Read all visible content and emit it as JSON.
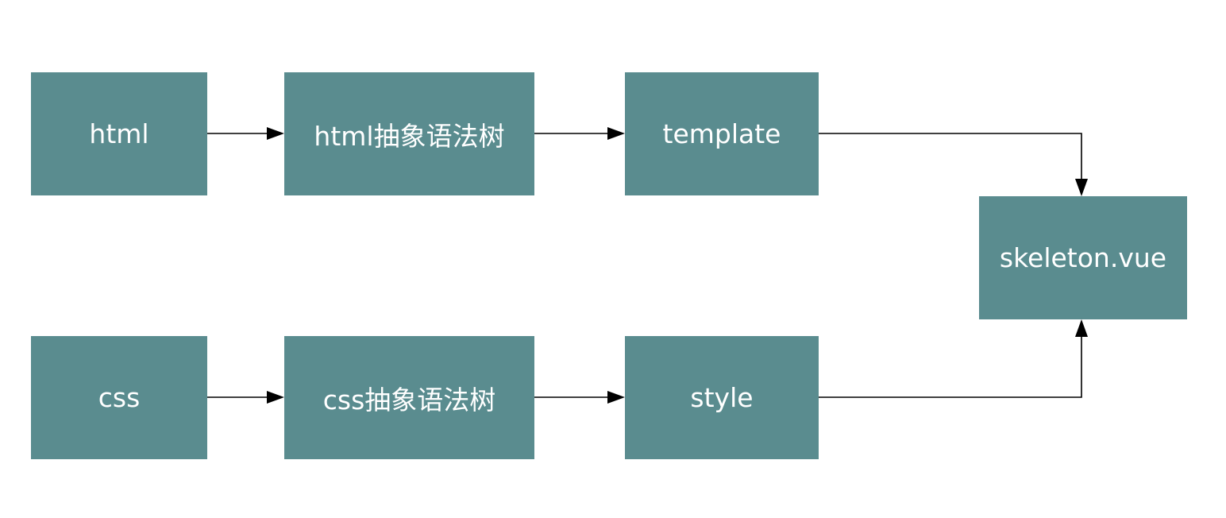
{
  "diagram": {
    "node_color": "#5a8c8f",
    "text_color": "#ffffff",
    "edge_color": "#000000",
    "nodes": {
      "html": "html",
      "html_ast": "html抽象语法树",
      "template": "template",
      "skeleton": "skeleton.vue",
      "css": "css",
      "css_ast": "css抽象语法树",
      "style": "style"
    },
    "edges": [
      {
        "from": "html",
        "to": "html_ast"
      },
      {
        "from": "html_ast",
        "to": "template"
      },
      {
        "from": "template",
        "to": "skeleton"
      },
      {
        "from": "css",
        "to": "css_ast"
      },
      {
        "from": "css_ast",
        "to": "style"
      },
      {
        "from": "style",
        "to": "skeleton"
      }
    ]
  }
}
